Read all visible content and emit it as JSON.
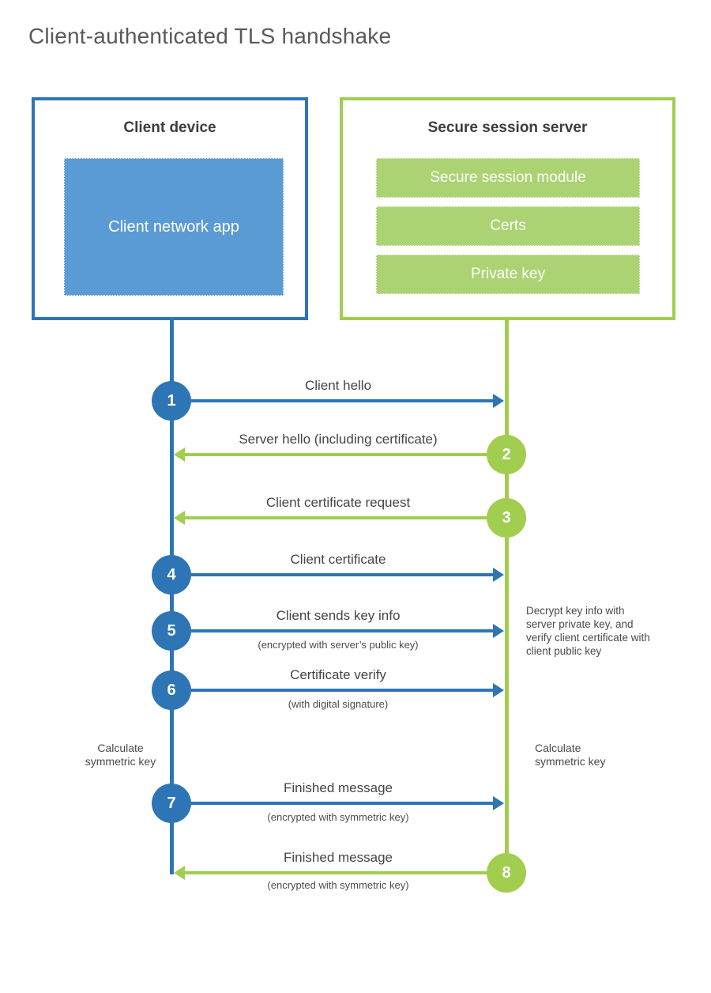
{
  "page": {
    "title": "Client-authenticated TLS handshake"
  },
  "colors": {
    "blue_stroke": "#2e75b6",
    "blue_fill": "#5b9bd5",
    "green_stroke": "#a1ce4f",
    "green_fill": "#acd373",
    "label_text": "#444444",
    "title_text": "#58595b"
  },
  "client": {
    "title": "Client device",
    "app_label": "Client network app"
  },
  "server": {
    "title": "Secure session server",
    "modules": [
      "Secure session module",
      "Certs",
      "Private key"
    ]
  },
  "steps": [
    {
      "num": "1",
      "label": "Client hello",
      "sub": "",
      "direction": "client-to-server"
    },
    {
      "num": "2",
      "label": "Server hello (including certificate)",
      "sub": "",
      "direction": "server-to-client"
    },
    {
      "num": "3",
      "label": "Client certificate request",
      "sub": "",
      "direction": "server-to-client"
    },
    {
      "num": "4",
      "label": "Client certificate",
      "sub": "",
      "direction": "client-to-server"
    },
    {
      "num": "5",
      "label": "Client sends key info",
      "sub": "(encrypted with server’s public key)",
      "direction": "client-to-server"
    },
    {
      "num": "6",
      "label": "Certificate verify",
      "sub": "(with digital signature)",
      "direction": "client-to-server"
    },
    {
      "num": "7",
      "label": "Finished message",
      "sub": "(encrypted with symmetric key)",
      "direction": "client-to-server"
    },
    {
      "num": "8",
      "label": "Finished message",
      "sub": "(encrypted with symmetric key)",
      "direction": "server-to-client"
    }
  ],
  "annotations": {
    "decrypt": "Decrypt key info with server private key, and verify client certificate with client public key",
    "calc_left": "Calculate symmetric key",
    "calc_right": "Calculate symmetric key"
  }
}
